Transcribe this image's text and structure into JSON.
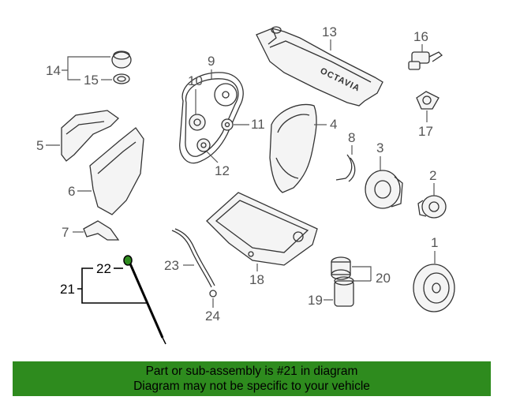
{
  "callouts": {
    "c1": "1",
    "c2": "2",
    "c3": "3",
    "c4": "4",
    "c5": "5",
    "c6": "6",
    "c7": "7",
    "c8": "8",
    "c9": "9",
    "c10": "10",
    "c11": "11",
    "c12": "12",
    "c13": "13",
    "c14": "14",
    "c15": "15",
    "c16": "16",
    "c17": "17",
    "c18": "18",
    "c19": "19",
    "c20": "20",
    "c21": "21",
    "c22": "22",
    "c23": "23",
    "c24": "24"
  },
  "cover_text": "OCTAVIA",
  "highlight_color": "#2e8b1e",
  "banner": {
    "line1": "Part or sub-assembly is #21 in diagram",
    "line2": "Diagram may not be specific to your vehicle"
  }
}
